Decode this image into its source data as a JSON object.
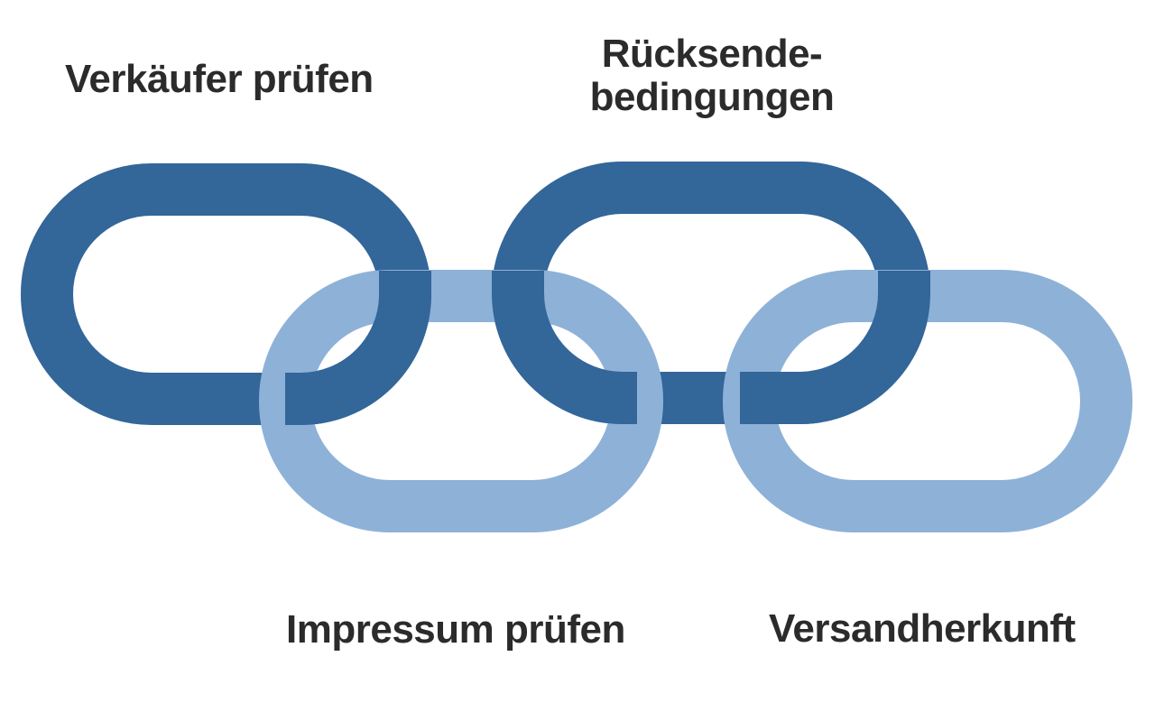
{
  "colors": {
    "dark_link": "#336699",
    "light_link": "#8eb1d8",
    "link_outline": "#c3d3e6",
    "text": "#2b2b2b",
    "background": "#ffffff"
  },
  "labels": {
    "link_1": "Verkäufer prüfen",
    "link_2_line1": "Rücksende-",
    "link_2_line2": "bedingungen",
    "link_3": "Impressum prüfen",
    "link_4": "Versandherkunft"
  }
}
